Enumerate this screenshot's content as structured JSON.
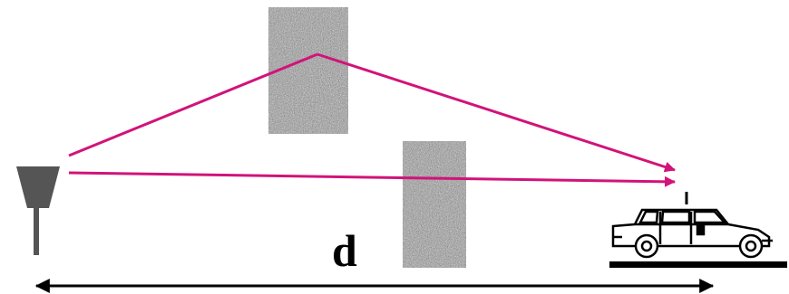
{
  "diagram": {
    "distance_label": "d",
    "colors": {
      "signal_ray": "#d1137a",
      "obstacle_base": "#9a9a9a",
      "antenna": "#555555",
      "ground": "#000000",
      "arrow": "#000000",
      "car_outline": "#000000"
    },
    "elements": {
      "transmitter": "antenna-icon",
      "receiver": "car-icon",
      "obstacles": [
        "upper-building",
        "lower-building"
      ],
      "rays": [
        "reflected-ray",
        "direct-ray"
      ]
    }
  }
}
